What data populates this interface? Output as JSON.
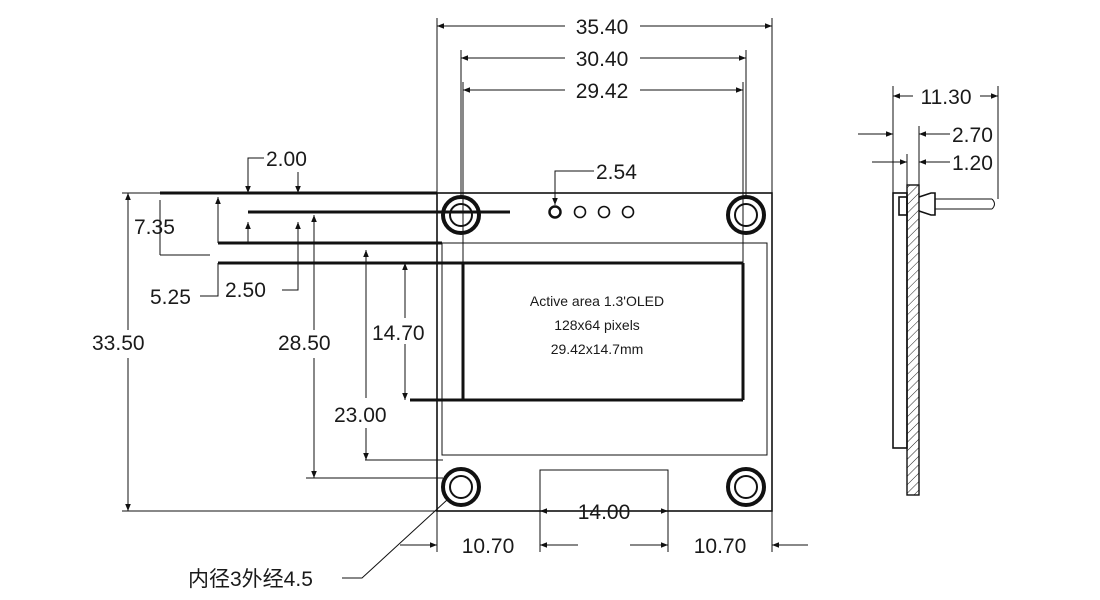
{
  "dimensions": {
    "total_width": "35.40",
    "hole_spacing": "30.40",
    "active_width": "29.42",
    "top_offset": "2.00",
    "pin_pitch": "2.54",
    "side_depth": "11.30",
    "thickness_a": "2.70",
    "thickness_b": "1.20",
    "dim_735": "7.35",
    "dim_525": "5.25",
    "dim_250": "2.50",
    "total_height": "33.50",
    "dim_2850": "28.50",
    "active_height": "14.70",
    "hole_v_spacing": "23.00",
    "connector_width": "14.00",
    "left_edge": "10.70",
    "right_edge": "10.70"
  },
  "display_text": {
    "line1": "Active area 1.3'OLED",
    "line2": "128x64 pixels",
    "line3": "29.42x14.7mm"
  },
  "hole_note": "内径3外经4.5"
}
